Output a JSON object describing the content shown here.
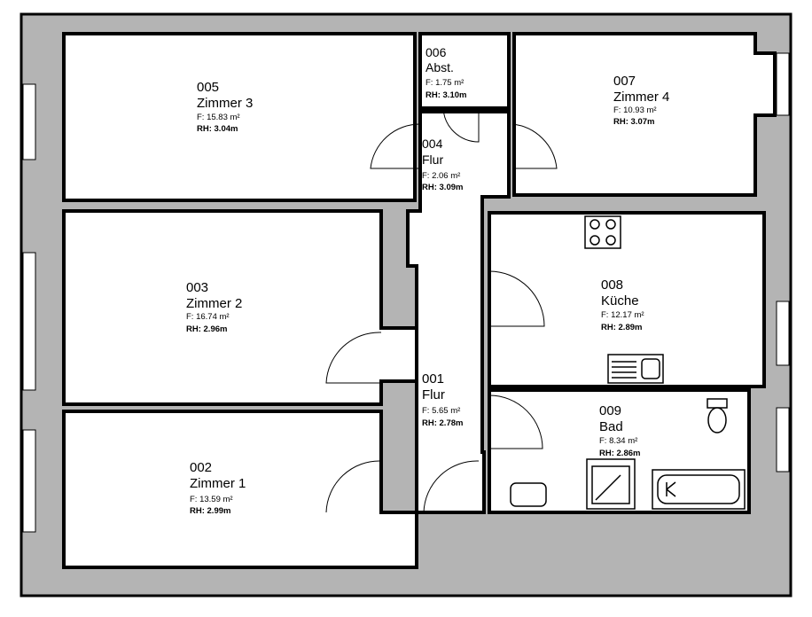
{
  "rooms": [
    {
      "id": "005",
      "name": "Zimmer 3",
      "area": "F: 15.83 m²",
      "height": "RH: 3.04m"
    },
    {
      "id": "006",
      "name": "Abst.",
      "area": "F: 1.75 m²",
      "height": "RH: 3.10m"
    },
    {
      "id": "007",
      "name": "Zimmer 4",
      "area": "F: 10.93 m²",
      "height": "RH: 3.07m"
    },
    {
      "id": "004",
      "name": "Flur",
      "area": "F: 2.06 m²",
      "height": "RH: 3.09m"
    },
    {
      "id": "003",
      "name": "Zimmer 2",
      "area": "F: 16.74 m²",
      "height": "RH: 2.96m"
    },
    {
      "id": "008",
      "name": "Küche",
      "area": "F: 12.17 m²",
      "height": "RH: 2.89m"
    },
    {
      "id": "001",
      "name": "Flur",
      "area": "F: 5.65 m²",
      "height": "RH: 2.78m"
    },
    {
      "id": "009",
      "name": "Bad",
      "area": "F: 8.34 m²",
      "height": "RH: 2.86m"
    },
    {
      "id": "002",
      "name": "Zimmer 1",
      "area": "F: 13.59 m²",
      "height": "RH: 2.99m"
    }
  ],
  "colors": {
    "wall": "#b4b4b4",
    "line": "#000000",
    "floor": "#ffffff"
  }
}
